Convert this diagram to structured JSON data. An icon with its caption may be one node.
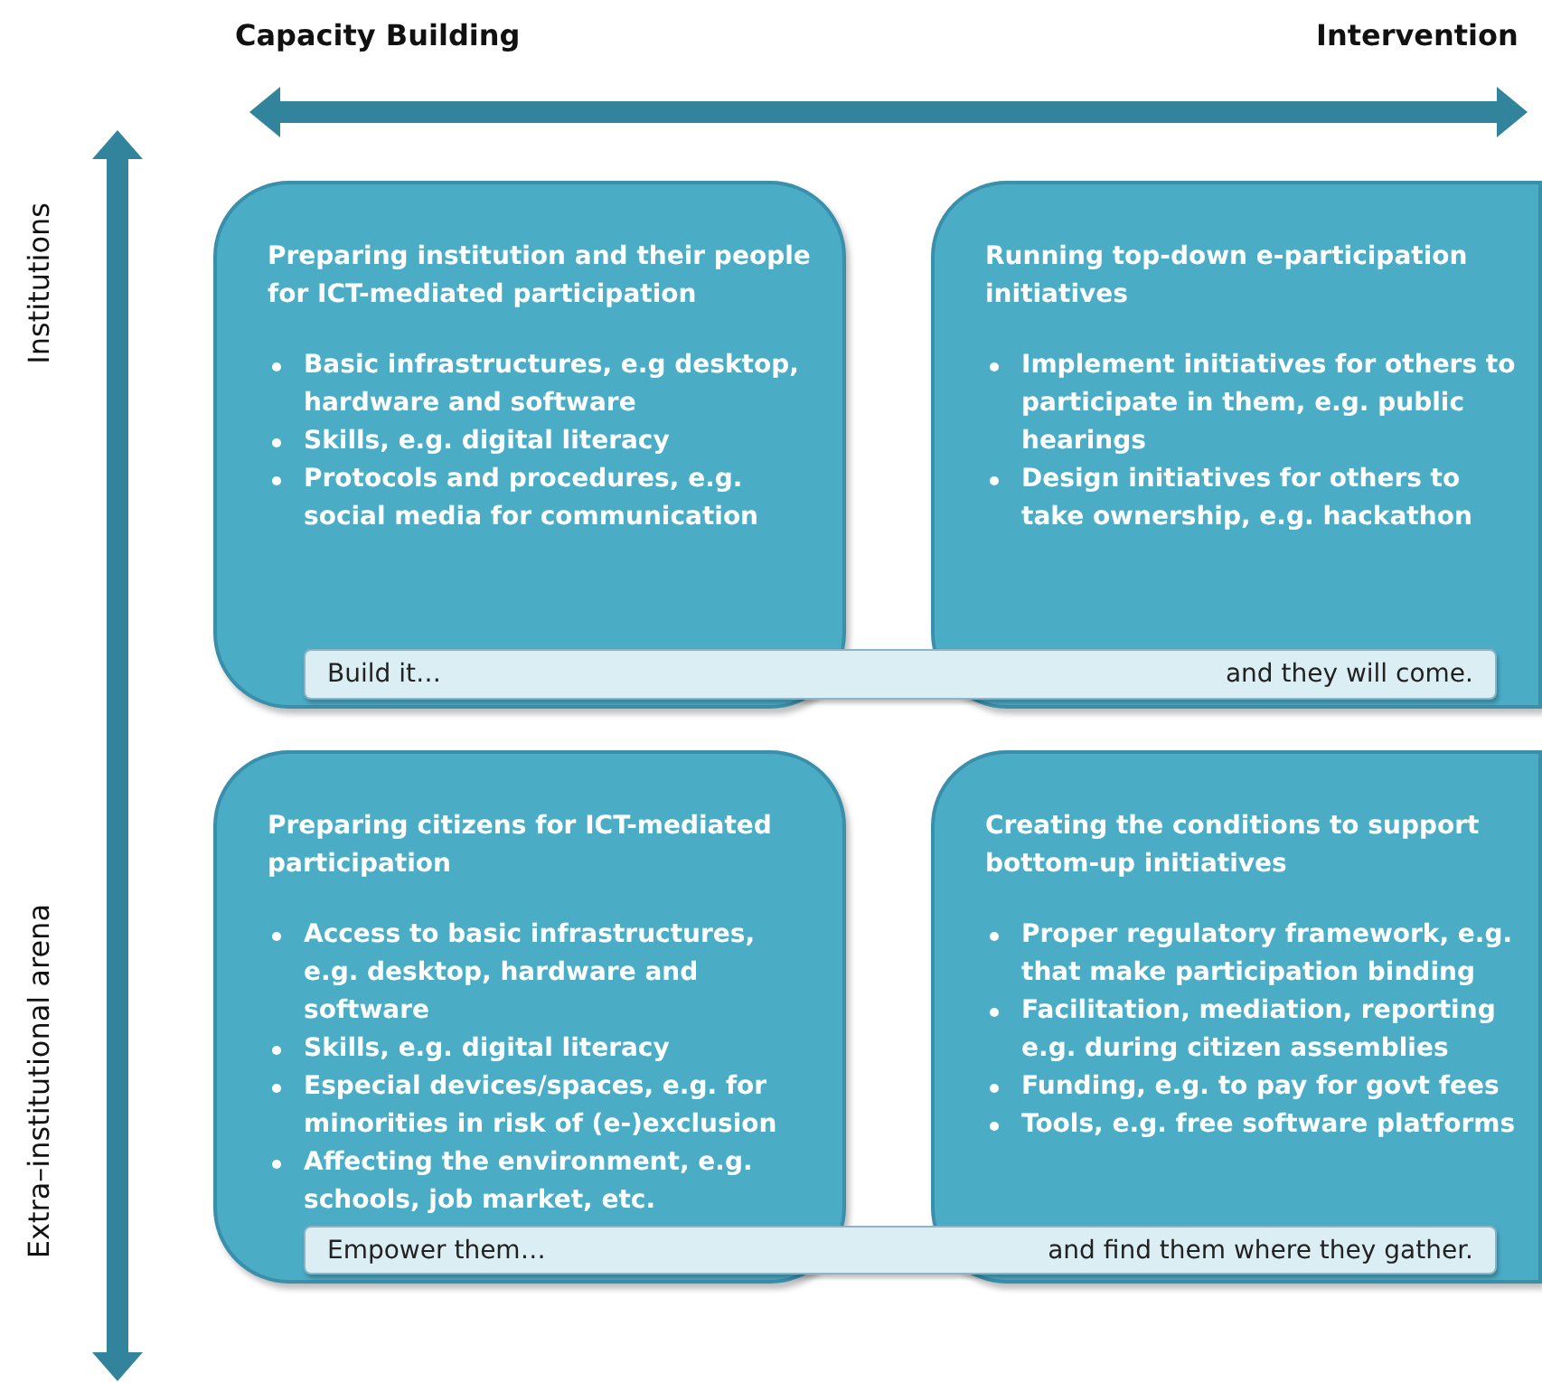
{
  "diagram": {
    "nodes": [
      {
        "text": [
          "Preparing institution and their people for ICT-mediated participation",
          "Basic infrastructures, e.g desktop, hardware and software",
          "Skills, e.g. digital literacy",
          "Protocols and procedures, e.g. social media for communication"
        ]
      },
      {
        "text": [
          "Running top-down e-participation initiatives",
          "Implement initiatives for others to participate in them, e.g. public hearings",
          "Design initiatives for others to take ownership, e.g. hackathon"
        ]
      },
      {
        "text": [
          "Build it…",
          "and they will come."
        ]
      },
      {
        "text": [
          "Preparing citizens for ICT-mediated participation",
          "Access to basic infrastructures, e.g. desktop, hardware and software",
          "Skills, e.g. digital literacy",
          "Especial devices/spaces, e.g. for minorities in risk of (e-)exclusion",
          "Affecting the environment, e.g. schools, job market, etc."
        ]
      },
      {
        "text": [
          "Creating the conditions to support bottom-up initiatives",
          "Proper regulatory framework, e.g. that make participation binding",
          "Facilitation, mediation, reporting e.g. during citizen assemblies",
          "Funding, e.g. to pay for govt fees",
          "Tools, e.g. free software platforms"
        ]
      },
      {
        "text": [
          "Empower them…",
          "and find them where they gather."
        ]
      }
    ],
    "edges": [],
    "labels": [
      "Capacity Building",
      "Intervention",
      "Institutions",
      "Extra–institutional arena"
    ]
  }
}
